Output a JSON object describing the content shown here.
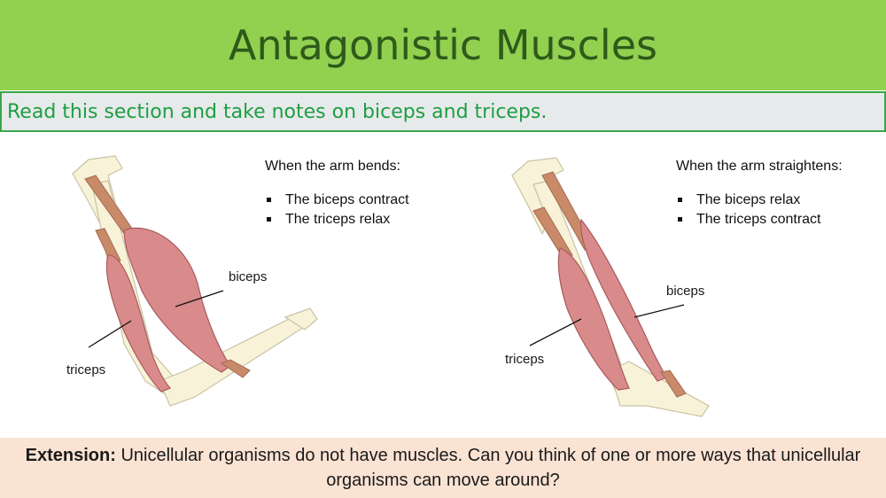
{
  "title": "Antagonistic Muscles",
  "instruction": "Read this section and take notes on biceps and triceps.",
  "left_panel": {
    "heading": "When the arm bends:",
    "points": [
      "The biceps contract",
      "The triceps relax"
    ],
    "label_biceps": "biceps",
    "label_triceps": "triceps"
  },
  "right_panel": {
    "heading": "When the arm straightens:",
    "points": [
      "The biceps relax",
      "The triceps contract"
    ],
    "label_biceps": "biceps",
    "label_triceps": "triceps"
  },
  "extension": {
    "label": "Extension:",
    "text": "Unicellular organisms do not have muscles. Can you think of one or more ways that unicellular organisms can move around?"
  },
  "colors": {
    "title_bar": "#92d050",
    "title_text": "#2e5a1a",
    "instruction_text": "#1e9e44",
    "extension_bg": "#fbe3d4",
    "muscle": "#d98b8c",
    "bone": "#f8f2d8"
  }
}
